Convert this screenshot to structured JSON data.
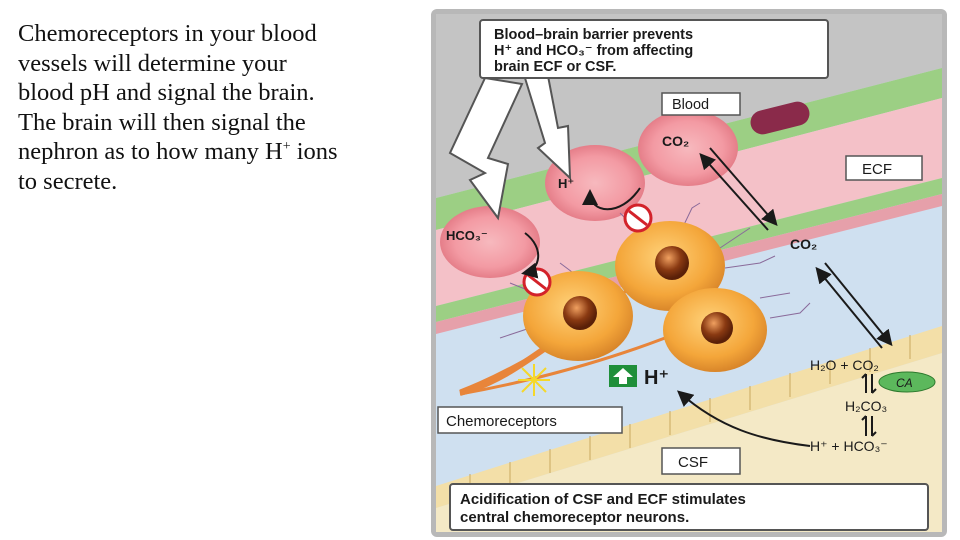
{
  "slide": {
    "body_text_lines": [
      "Chemoreceptors in your blood",
      "vessels will determine your",
      "blood pH and signal the brain.",
      "The brain will then signal the"
    ],
    "body_text_line5_pre": "nephron as to how many H",
    "body_text_line5_sup": "+",
    "body_text_line5_post": " ions",
    "body_text_line6": "to secrete."
  },
  "figure": {
    "callout_top_line1": "Blood–brain barrier prevents",
    "callout_top_line2": "H⁺ and HCO₃⁻ from affecting",
    "callout_top_line3": "brain ECF or CSF.",
    "label_blood": "Blood",
    "label_ecf": "ECF",
    "label_csf": "CSF",
    "label_chemoreceptors": "Chemoreceptors",
    "cell_co2": "CO₂",
    "cell_h": "H⁺",
    "cell_hco3": "HCO₃⁻",
    "ecf_co2": "CO₂",
    "h_plus_large": "H⁺",
    "eq_line1": "H₂O + CO₂",
    "eq_ca": "CA",
    "eq_line2": "H₂CO₃",
    "eq_line3": "H⁺ + HCO₃⁻",
    "callout_bottom_line1": "Acidification of CSF and ECF stimulates",
    "callout_bottom_line2": "central chemoreceptor neurons.",
    "colors": {
      "blood_vessel": "#f4b8c2",
      "endothelium": "#9ccf84",
      "ecf_background": "#cfe0f0",
      "csf_layer": "#f4e9c6",
      "neuron": "#f2a33a",
      "nucleus": "#8a3a12",
      "arrow_up_box": "#1f8f3a",
      "ca_oval": "#5cb85c",
      "no_sign": "#d3222a"
    },
    "icons": [
      "no-entry-icon",
      "up-arrow-icon",
      "double-arrow-icon",
      "equilibrium-arrow-icon"
    ]
  }
}
